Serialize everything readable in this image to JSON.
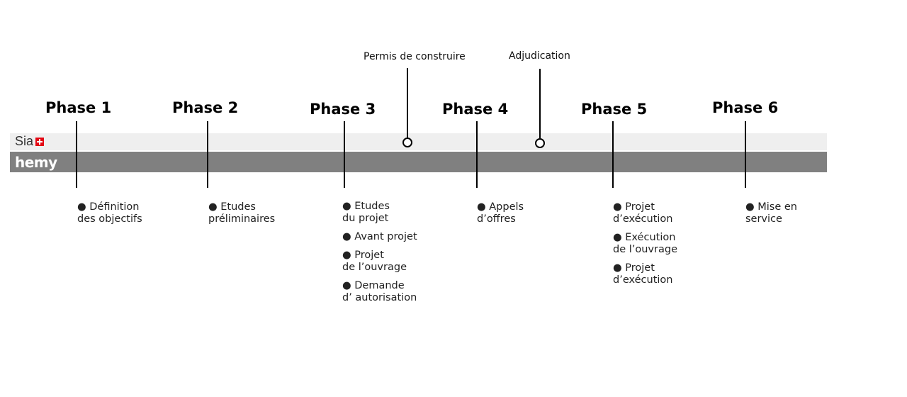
{
  "rows": {
    "sia_label": "Sia",
    "hemy_label": "hemy"
  },
  "milestones": [
    {
      "label": "Permis de construire",
      "icon": "circle-marker-icon"
    },
    {
      "label": "Adjudication",
      "icon": "circle-marker-icon"
    }
  ],
  "phases": [
    {
      "title": "Phase 1",
      "items": [
        {
          "l1": "● Définition",
          "l2": "des objectifs"
        }
      ]
    },
    {
      "title": "Phase 2",
      "items": [
        {
          "l1": "● Etudes",
          "l2": "préliminaires"
        }
      ]
    },
    {
      "title": "Phase 3",
      "items": [
        {
          "l1": "● Etudes",
          "l2": "du projet"
        },
        {
          "l1": "● Avant projet",
          "l2": ""
        },
        {
          "l1": "● Projet",
          "l2": "de l’ouvrage"
        },
        {
          "l1": "● Demande",
          "l2": "d’ autorisation"
        }
      ]
    },
    {
      "title": "Phase 4",
      "items": [
        {
          "l1": "● Appels",
          "l2": "d’offres"
        }
      ]
    },
    {
      "title": "Phase 5",
      "items": [
        {
          "l1": "● Projet",
          "l2": "d’exécution"
        },
        {
          "l1": "● Exécution",
          "l2": "de l’ouvrage"
        },
        {
          "l1": "● Projet",
          "l2": "d’exécution"
        }
      ]
    },
    {
      "title": "Phase 6",
      "items": [
        {
          "l1": "● Mise en",
          "l2": "service"
        }
      ]
    }
  ],
  "colors": {
    "sia_band": "#efefef",
    "hemy_band": "#808080",
    "swiss_red": "#e30613"
  }
}
